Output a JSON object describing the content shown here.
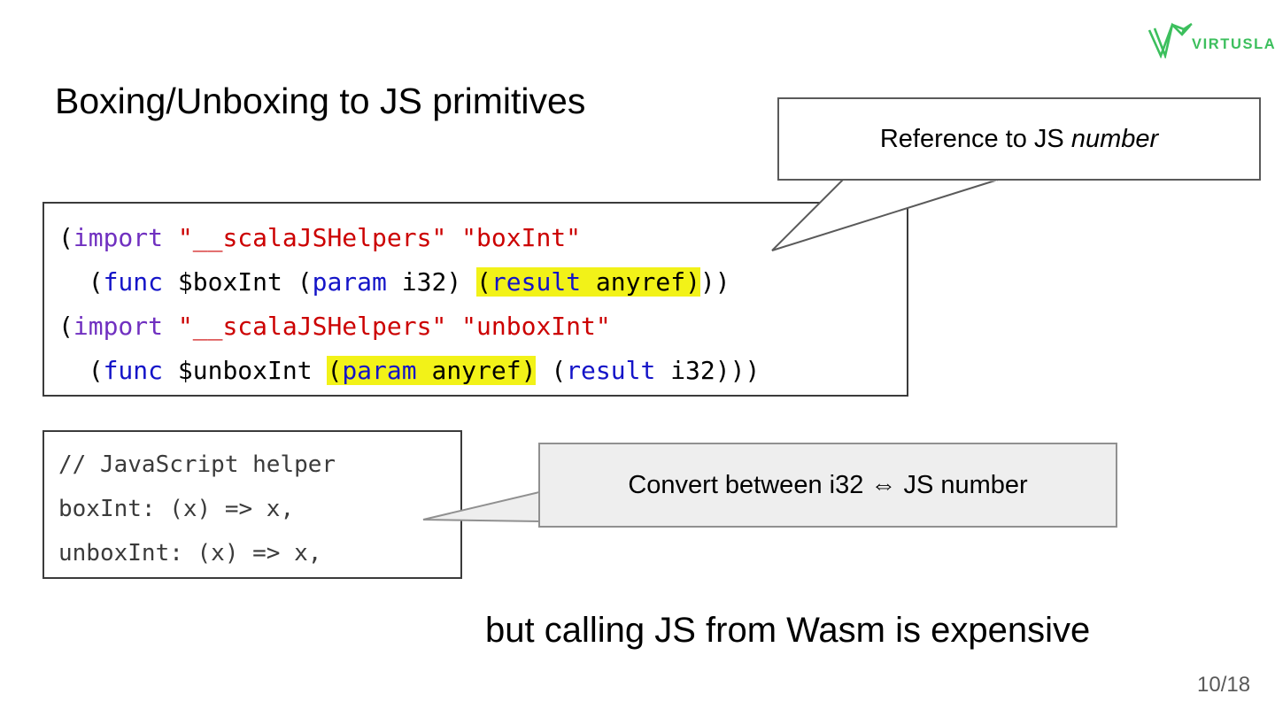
{
  "slide": {
    "title": "Boxing/Unboxing to JS primitives",
    "caption": "but calling JS from Wasm is expensive",
    "page_number": "10/18",
    "background_color": "#ffffff"
  },
  "logo": {
    "name": "virtuslab-logo",
    "text": "VIRTUSLAB",
    "color": "#3cbf5d"
  },
  "wat_code_block": {
    "language": "wat",
    "border_color": "#3b3b3b",
    "highlight_color": "#f2f218",
    "lines": [
      {
        "index": 0,
        "text": "(import \"__scalaJSHelpers\" \"boxInt\"",
        "segments": [
          {
            "text": "(",
            "kind": "plain"
          },
          {
            "text": "import",
            "kind": "keyword"
          },
          {
            "text": " ",
            "kind": "plain"
          },
          {
            "text": "\"__scalaJSHelpers\" \"boxInt\"",
            "kind": "string"
          }
        ]
      },
      {
        "index": 1,
        "text": "  (func $boxInt (param i32) (result anyref)))",
        "segments": [
          {
            "text": "  (",
            "kind": "plain"
          },
          {
            "text": "func",
            "kind": "type"
          },
          {
            "text": " $boxInt (",
            "kind": "plain"
          },
          {
            "text": "param",
            "kind": "type"
          },
          {
            "text": " i32) ",
            "kind": "plain"
          },
          {
            "text": "(",
            "kind": "plain",
            "highlight": true
          },
          {
            "text": "result",
            "kind": "type",
            "highlight": true
          },
          {
            "text": " anyref)",
            "kind": "plain",
            "highlight": true
          },
          {
            "text": "))",
            "kind": "plain"
          }
        ]
      },
      {
        "index": 2,
        "text": "(import \"__scalaJSHelpers\" \"unboxInt\"",
        "segments": [
          {
            "text": "(",
            "kind": "plain"
          },
          {
            "text": "import",
            "kind": "keyword"
          },
          {
            "text": " ",
            "kind": "plain"
          },
          {
            "text": "\"__scalaJSHelpers\" \"unboxInt\"",
            "kind": "string"
          }
        ]
      },
      {
        "index": 3,
        "text": "  (func $unboxInt (param anyref) (result i32)))",
        "segments": [
          {
            "text": "  (",
            "kind": "plain"
          },
          {
            "text": "func",
            "kind": "type"
          },
          {
            "text": " $unboxInt ",
            "kind": "plain"
          },
          {
            "text": "(",
            "kind": "plain",
            "highlight": true
          },
          {
            "text": "param",
            "kind": "type",
            "highlight": true
          },
          {
            "text": " anyref)",
            "kind": "plain",
            "highlight": true
          },
          {
            "text": " (",
            "kind": "plain"
          },
          {
            "text": "result",
            "kind": "type"
          },
          {
            "text": " i32)))",
            "kind": "plain"
          }
        ]
      }
    ]
  },
  "js_code_block": {
    "language": "javascript",
    "border_color": "#3b3b3b",
    "lines": [
      "// JavaScript helper",
      "boxInt: (x) => x,",
      "unboxInt: (x) => x,"
    ]
  },
  "callouts": [
    {
      "name": "callout-reference-to-js-number",
      "text_plain": "Reference to JS number",
      "text_lead": "Reference to JS ",
      "text_emphasis": "number",
      "fill": "#ffffff",
      "border": "#5a5a5a"
    },
    {
      "name": "callout-convert-between",
      "text_plain": "Convert between i32 ⇔  JS number",
      "fill": "#eeeeee",
      "border": "#909090"
    }
  ]
}
